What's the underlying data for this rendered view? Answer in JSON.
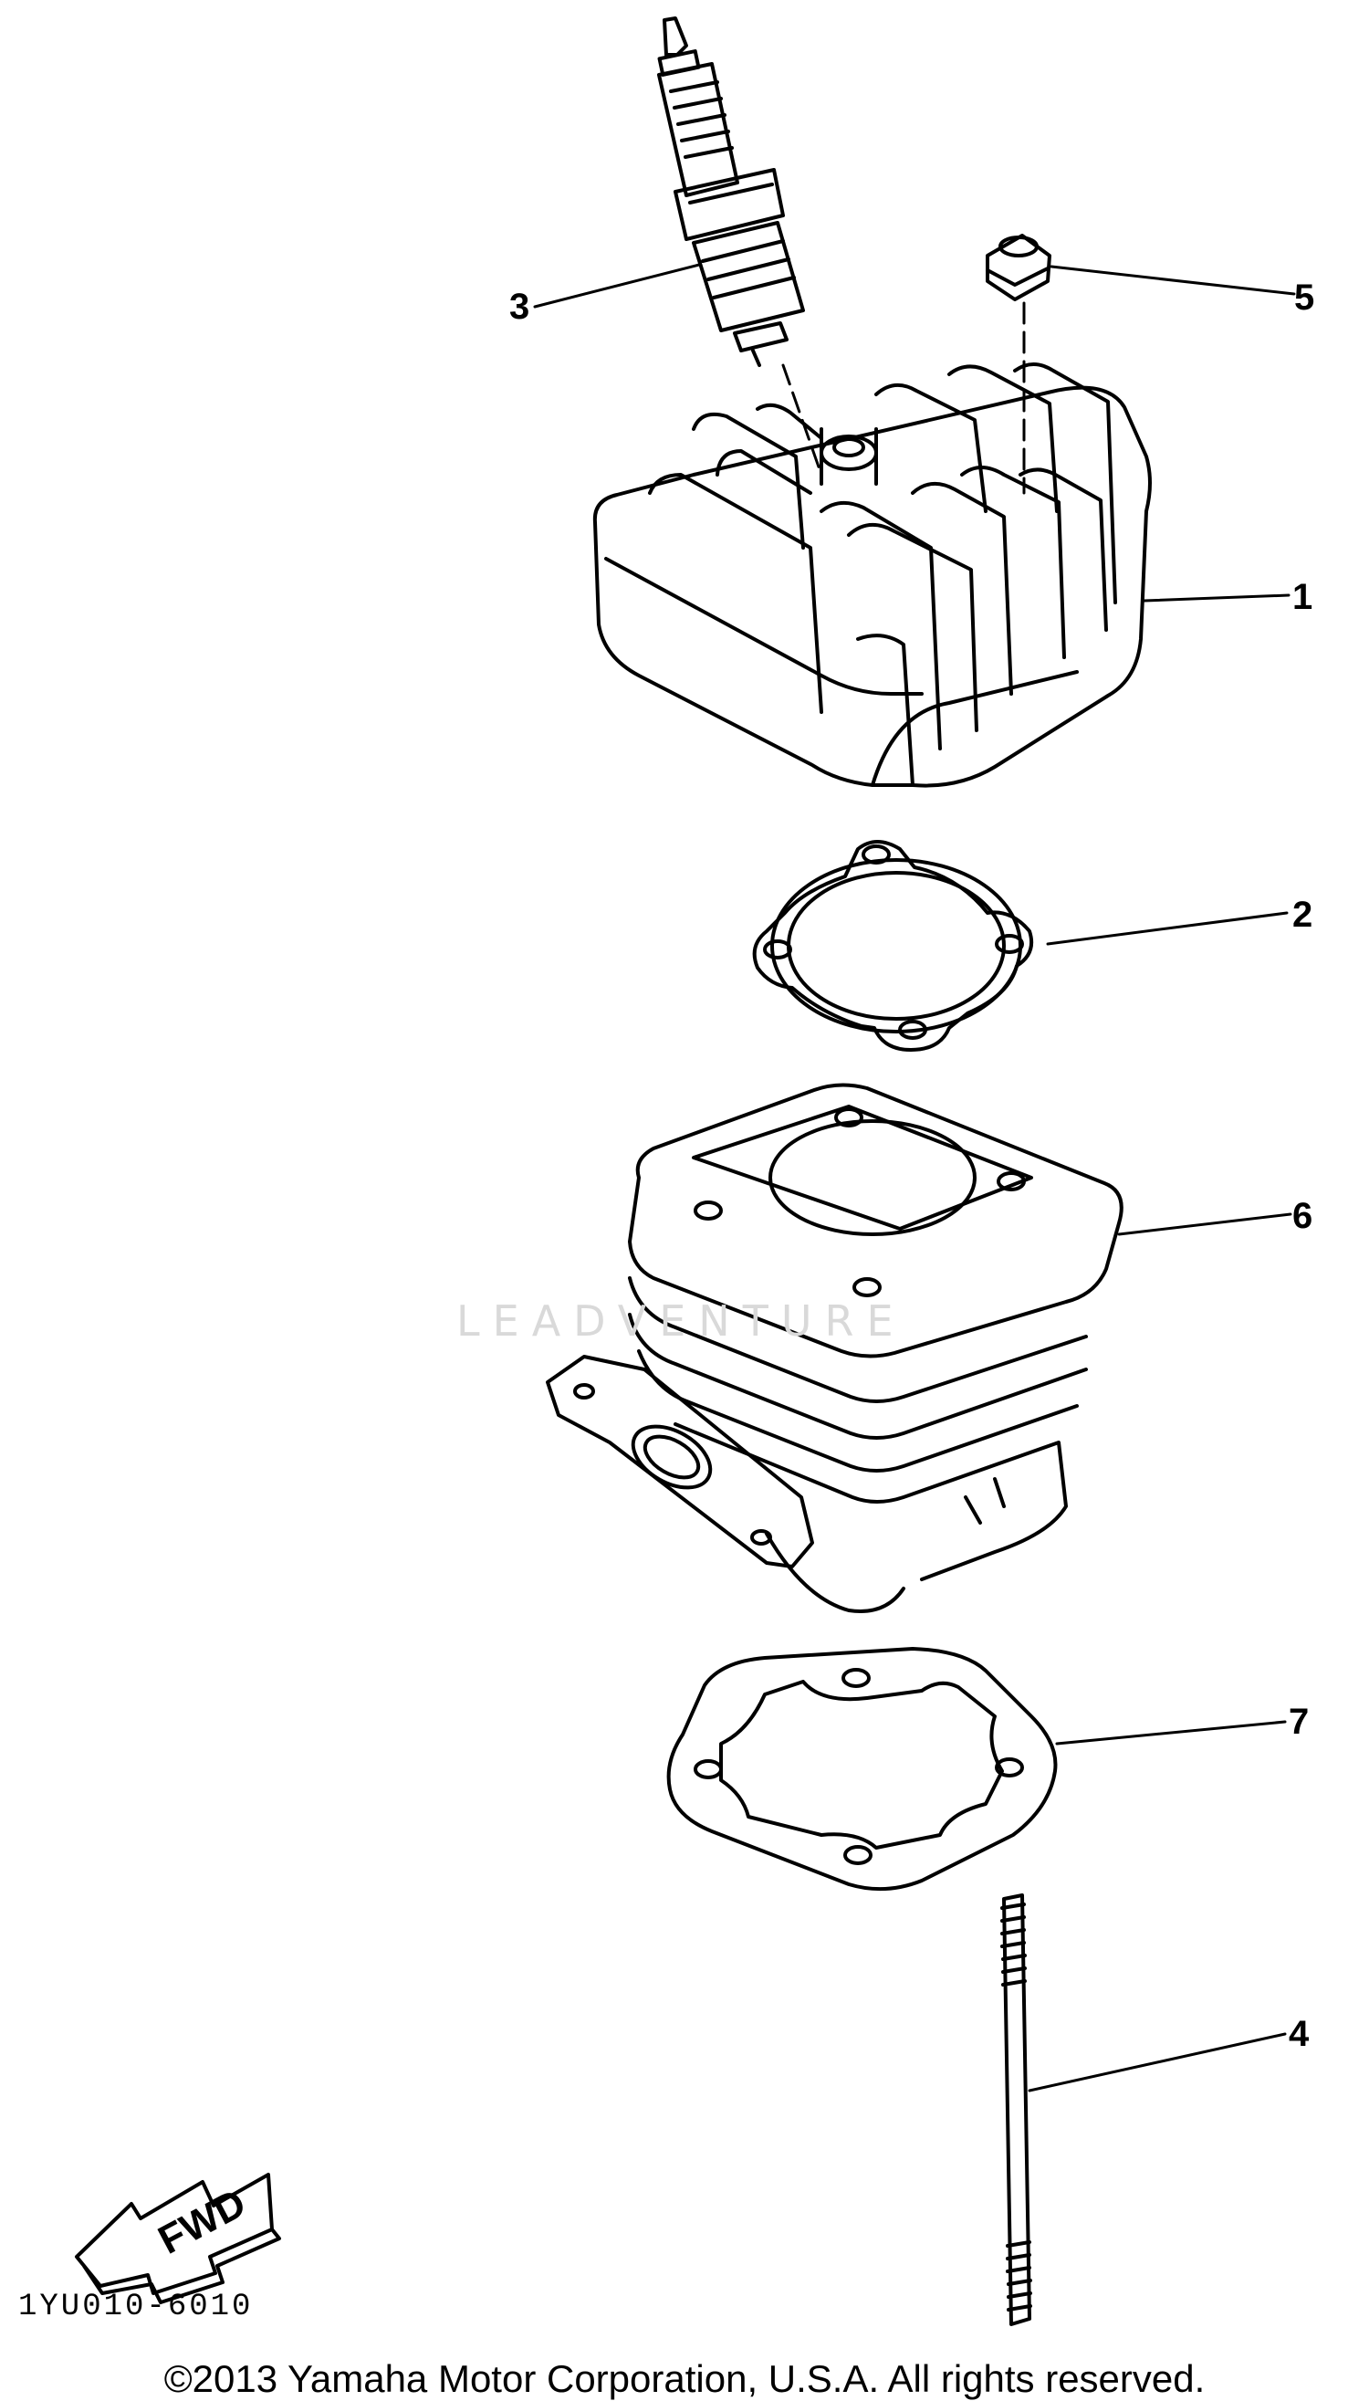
{
  "diagram": {
    "callouts": [
      {
        "id": "1",
        "label": "1",
        "part": "cylinder-head"
      },
      {
        "id": "2",
        "label": "2",
        "part": "head-gasket"
      },
      {
        "id": "3",
        "label": "3",
        "part": "spark-plug"
      },
      {
        "id": "4",
        "label": "4",
        "part": "stud-bolt"
      },
      {
        "id": "5",
        "label": "5",
        "part": "nut"
      },
      {
        "id": "6",
        "label": "6",
        "part": "cylinder"
      },
      {
        "id": "7",
        "label": "7",
        "part": "base-gasket"
      }
    ],
    "fwd_label": "FWD",
    "diagram_code": "1YU010-6010",
    "watermark": "LEADVENTURE"
  },
  "footer": {
    "copyright": "©2013 Yamaha Motor Corporation, U.S.A. All rights reserved."
  },
  "colors": {
    "ink": "#000000",
    "paper": "#ffffff",
    "watermark": "#d9d9d9"
  }
}
